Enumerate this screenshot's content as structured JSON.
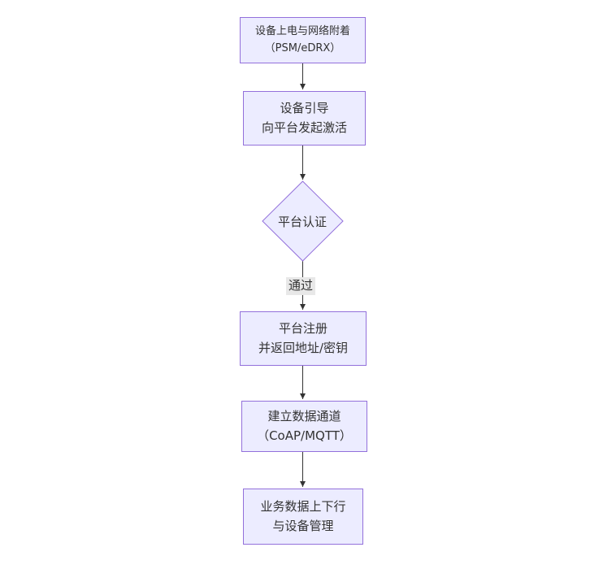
{
  "diagram": {
    "type": "flowchart",
    "direction": "top-down",
    "nodes": {
      "power": {
        "shape": "rect",
        "line1": "设备上电与网络附着",
        "line2": "（PSM/eDRX）"
      },
      "bootstrap": {
        "shape": "rect",
        "line1": "设备引导",
        "line2": "向平台发起激活"
      },
      "auth": {
        "shape": "diamond",
        "label": "平台认证"
      },
      "register": {
        "shape": "rect",
        "line1": "平台注册",
        "line2": "并返回地址/密钥"
      },
      "channel": {
        "shape": "rect",
        "line1": "建立数据通道",
        "line2": "（CoAP/MQTT）"
      },
      "business": {
        "shape": "rect",
        "line1": "业务数据上下行",
        "line2": "与设备管理"
      }
    },
    "edges": {
      "auth_pass_label": "通过"
    },
    "colors": {
      "node_fill": "#ECECFF",
      "node_border": "#9370DB",
      "arrow": "#333333",
      "text": "#333333",
      "edge_label_bg": "#e8e8e8",
      "background": "#ffffff"
    }
  }
}
